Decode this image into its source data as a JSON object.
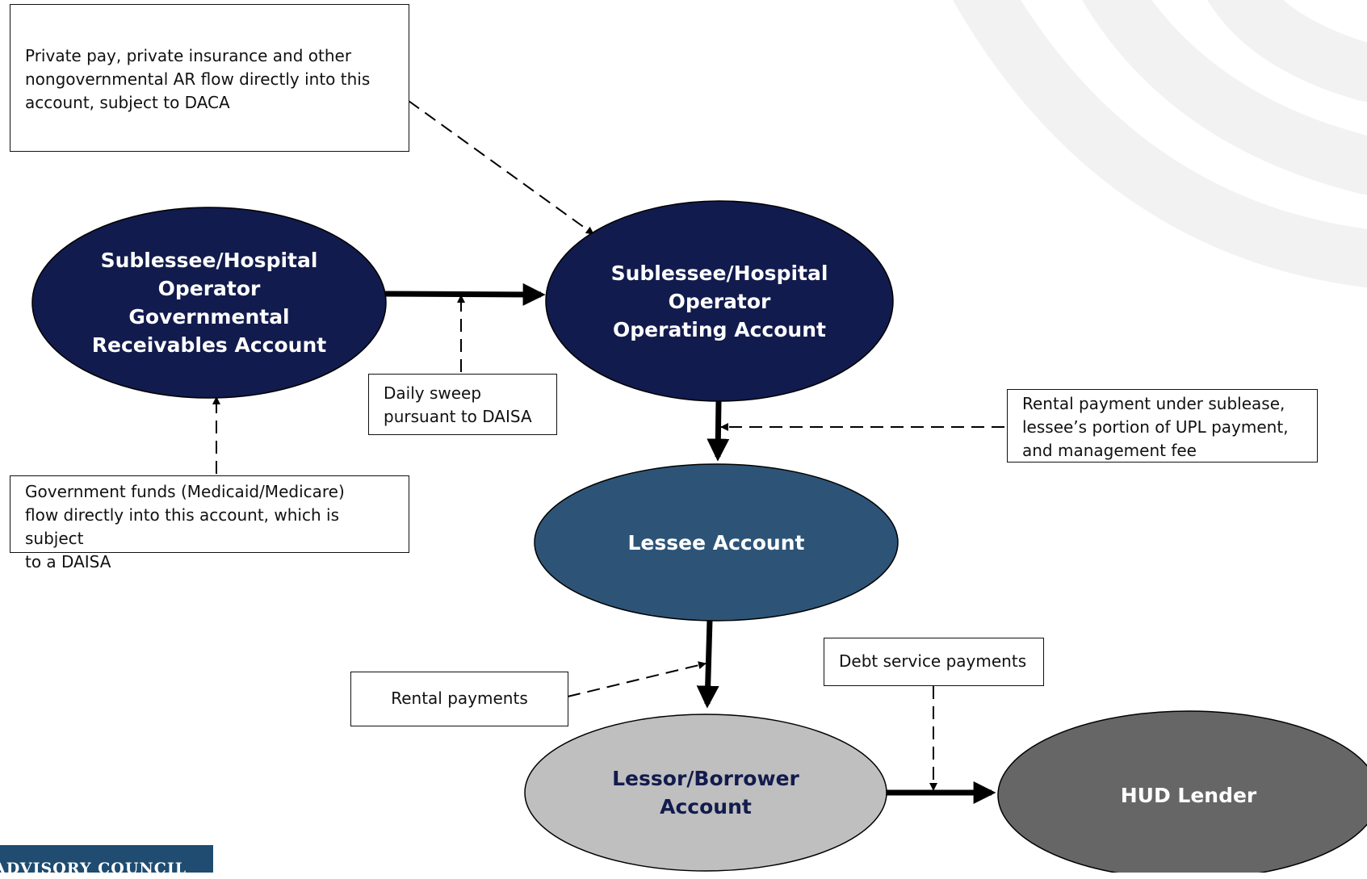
{
  "nodes": {
    "gov_receivables": [
      "Sublessee/Hospital",
      "Operator",
      "Governmental",
      "Receivables Account"
    ],
    "operating": [
      "Sublessee/Hospital",
      "Operator",
      "Operating Account"
    ],
    "lessee": [
      "Lessee Account"
    ],
    "lessor_borrower": [
      "Lessor/Borrower",
      "Account"
    ],
    "hud_lender": [
      "HUD Lender"
    ]
  },
  "notes": {
    "private_pay": [
      "Private pay, private insurance and other",
      "nongovernmental AR flow directly into this",
      "account, subject to DACA"
    ],
    "daily_sweep": [
      "Daily sweep",
      "pursuant to DAISA"
    ],
    "government_funds": [
      "Government funds (Medicaid/Medicare)",
      "flow directly into this account, which is subject",
      "to a DAISA"
    ],
    "rental_sublease": [
      "Rental payment under sublease,",
      "lessee’s portion of UPL payment,",
      "and management fee"
    ],
    "rental_payments": [
      "Rental payments"
    ],
    "debt_service": [
      "Debt service payments"
    ]
  },
  "logo_text": "ADVISORY COUNCIL",
  "colors": {
    "navy": "#121b4d",
    "steel_blue": "#2d5477",
    "light_gray": "#bfbfbf",
    "dark_gray": "#666666",
    "watermark": "#f2f2f2",
    "logo_bg": "#1f4c70",
    "lessor_text": "#121b4d"
  }
}
